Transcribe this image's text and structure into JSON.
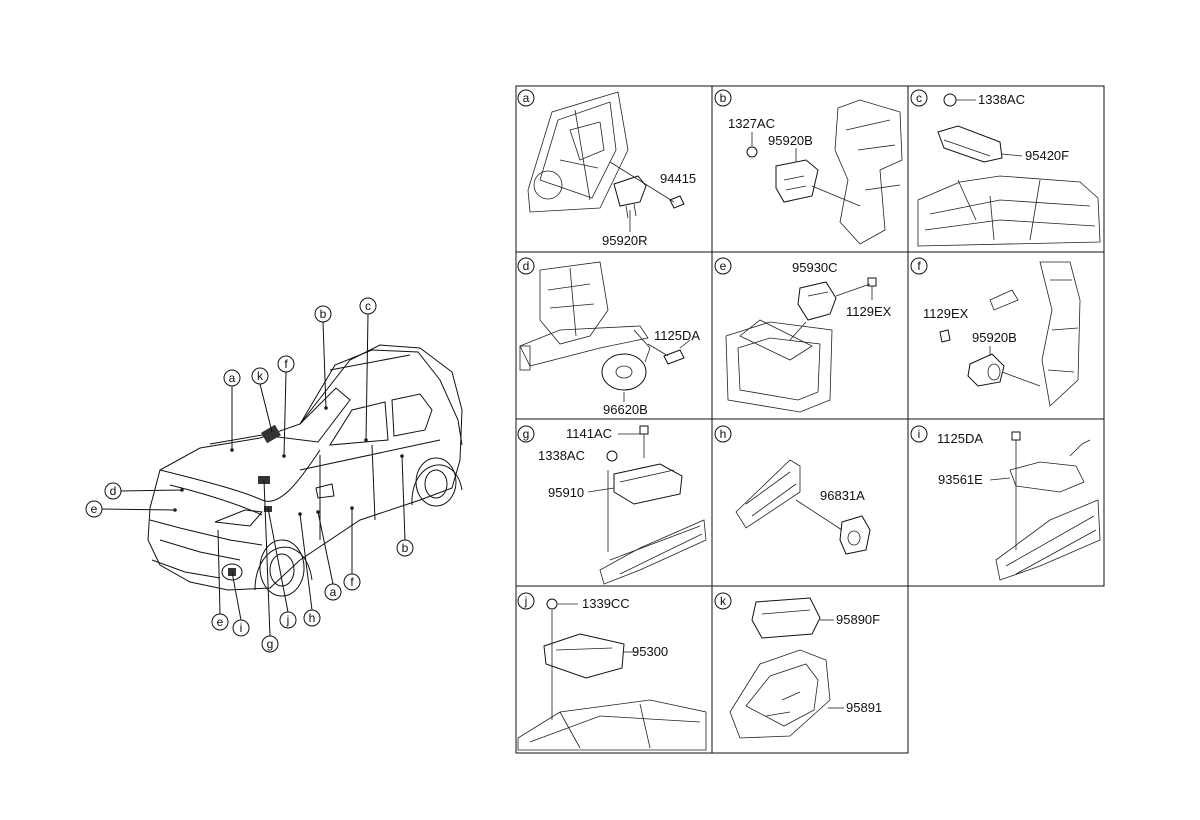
{
  "car_callouts": [
    "a",
    "b",
    "c",
    "d",
    "e",
    "f",
    "g",
    "h",
    "i",
    "j",
    "k"
  ],
  "panels": [
    {
      "letter": "a",
      "parts": [
        "94415",
        "95920R"
      ]
    },
    {
      "letter": "b",
      "parts": [
        "1327AC",
        "95920B"
      ]
    },
    {
      "letter": "c",
      "parts": [
        "1338AC",
        "95420F"
      ]
    },
    {
      "letter": "d",
      "parts": [
        "1125DA",
        "96620B"
      ]
    },
    {
      "letter": "e",
      "parts": [
        "95930C",
        "1129EX"
      ]
    },
    {
      "letter": "f",
      "parts": [
        "1129EX",
        "95920B"
      ]
    },
    {
      "letter": "g",
      "parts": [
        "1141AC",
        "1338AC",
        "95910"
      ]
    },
    {
      "letter": "h",
      "parts": [
        "96831A"
      ]
    },
    {
      "letter": "i",
      "parts": [
        "1125DA",
        "93561E"
      ]
    },
    {
      "letter": "j",
      "parts": [
        "1339CC",
        "95300"
      ]
    },
    {
      "letter": "k",
      "parts": [
        "95890F",
        "95891"
      ]
    }
  ]
}
